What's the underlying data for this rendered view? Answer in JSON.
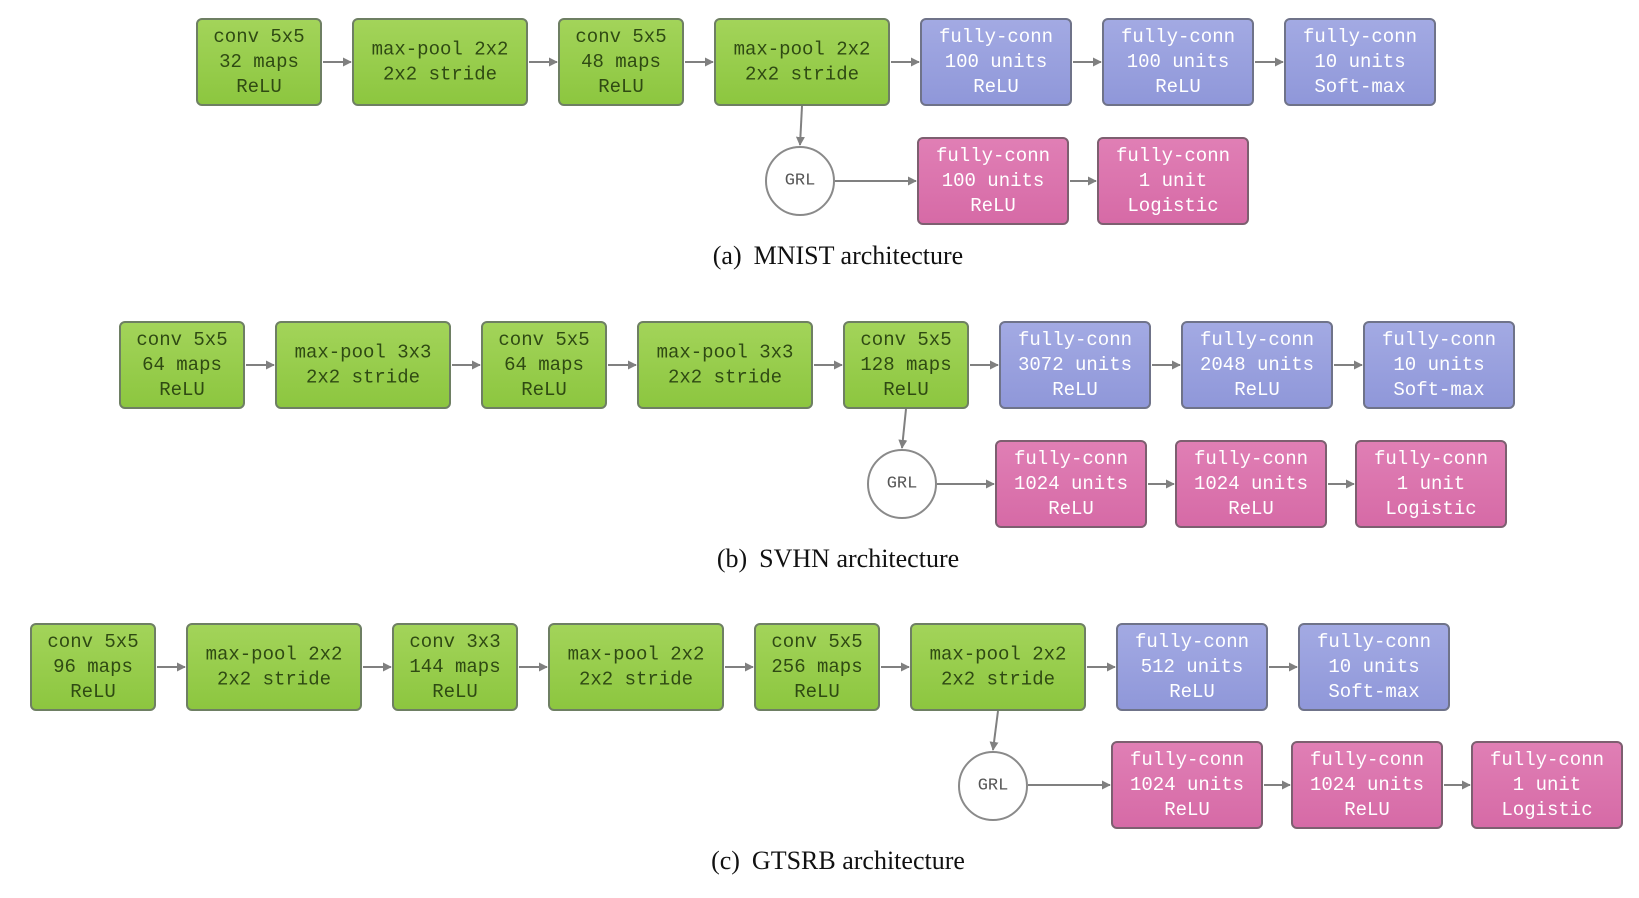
{
  "colors": {
    "green_fill": "#8cc63f",
    "green_fill_light": "#a3d45a",
    "green_stroke": "#6e7f63",
    "green_text": "#2f4a13",
    "blue_fill": "#8f97d9",
    "blue_fill_light": "#a3aae3",
    "blue_stroke": "#6f7389",
    "blue_text": "#ffffff",
    "pink_fill": "#d66aa6",
    "pink_fill_light": "#e07fb5",
    "pink_stroke": "#7d5f70",
    "pink_text": "#ffffff",
    "arrow": "#808080",
    "circle_stroke": "#8a8a8a"
  },
  "diagrams": [
    {
      "id": "mnist",
      "caption": {
        "label": "(a)",
        "text": "MNIST architecture"
      },
      "main": [
        {
          "kind": "green",
          "lines": [
            "conv 5x5",
            "32 maps",
            "ReLU"
          ]
        },
        {
          "kind": "green",
          "lines": [
            "max-pool 2x2",
            "2x2 stride"
          ]
        },
        {
          "kind": "green",
          "lines": [
            "conv 5x5",
            "48 maps",
            "ReLU"
          ]
        },
        {
          "kind": "green",
          "lines": [
            "max-pool 2x2",
            "2x2 stride"
          ]
        },
        {
          "kind": "blue",
          "lines": [
            "fully-conn",
            "100 units",
            "ReLU"
          ]
        },
        {
          "kind": "blue",
          "lines": [
            "fully-conn",
            "100 units",
            "ReLU"
          ]
        },
        {
          "kind": "blue",
          "lines": [
            "fully-conn",
            "10 units",
            "Soft-max"
          ]
        }
      ],
      "branch_from": 3,
      "grl_label": "GRL",
      "branch": [
        {
          "kind": "pink",
          "lines": [
            "fully-conn",
            "100 units",
            "ReLU"
          ]
        },
        {
          "kind": "pink",
          "lines": [
            "fully-conn",
            "1 unit",
            "Logistic"
          ]
        }
      ]
    },
    {
      "id": "svhn",
      "caption": {
        "label": "(b)",
        "text": "SVHN architecture"
      },
      "main": [
        {
          "kind": "green",
          "lines": [
            "conv 5x5",
            "64 maps",
            "ReLU"
          ]
        },
        {
          "kind": "green",
          "lines": [
            "max-pool 3x3",
            "2x2 stride"
          ]
        },
        {
          "kind": "green",
          "lines": [
            "conv 5x5",
            "64 maps",
            "ReLU"
          ]
        },
        {
          "kind": "green",
          "lines": [
            "max-pool 3x3",
            "2x2 stride"
          ]
        },
        {
          "kind": "green",
          "lines": [
            "conv 5x5",
            "128 maps",
            "ReLU"
          ]
        },
        {
          "kind": "blue",
          "lines": [
            "fully-conn",
            "3072 units",
            "ReLU"
          ]
        },
        {
          "kind": "blue",
          "lines": [
            "fully-conn",
            "2048 units",
            "ReLU"
          ]
        },
        {
          "kind": "blue",
          "lines": [
            "fully-conn",
            "10 units",
            "Soft-max"
          ]
        }
      ],
      "branch_from": 4,
      "grl_label": "GRL",
      "branch": [
        {
          "kind": "pink",
          "lines": [
            "fully-conn",
            "1024 units",
            "ReLU"
          ]
        },
        {
          "kind": "pink",
          "lines": [
            "fully-conn",
            "1024 units",
            "ReLU"
          ]
        },
        {
          "kind": "pink",
          "lines": [
            "fully-conn",
            "1 unit",
            "Logistic"
          ]
        }
      ]
    },
    {
      "id": "gtsrb",
      "caption": {
        "label": "(c)",
        "text": "GTSRB architecture"
      },
      "main": [
        {
          "kind": "green",
          "lines": [
            "conv 5x5",
            "96 maps",
            "ReLU"
          ]
        },
        {
          "kind": "green",
          "lines": [
            "max-pool 2x2",
            "2x2 stride"
          ]
        },
        {
          "kind": "green",
          "lines": [
            "conv 3x3",
            "144 maps",
            "ReLU"
          ]
        },
        {
          "kind": "green",
          "lines": [
            "max-pool 2x2",
            "2x2 stride"
          ]
        },
        {
          "kind": "green",
          "lines": [
            "conv 5x5",
            "256 maps",
            "ReLU"
          ]
        },
        {
          "kind": "green",
          "lines": [
            "max-pool 2x2",
            "2x2 stride"
          ]
        },
        {
          "kind": "blue",
          "lines": [
            "fully-conn",
            "512 units",
            "ReLU"
          ]
        },
        {
          "kind": "blue",
          "lines": [
            "fully-conn",
            "10 units",
            "Soft-max"
          ]
        }
      ],
      "branch_from": 5,
      "grl_label": "GRL",
      "branch": [
        {
          "kind": "pink",
          "lines": [
            "fully-conn",
            "1024 units",
            "ReLU"
          ]
        },
        {
          "kind": "pink",
          "lines": [
            "fully-conn",
            "1024 units",
            "ReLU"
          ]
        },
        {
          "kind": "pink",
          "lines": [
            "fully-conn",
            "1 unit",
            "Logistic"
          ]
        }
      ]
    }
  ]
}
